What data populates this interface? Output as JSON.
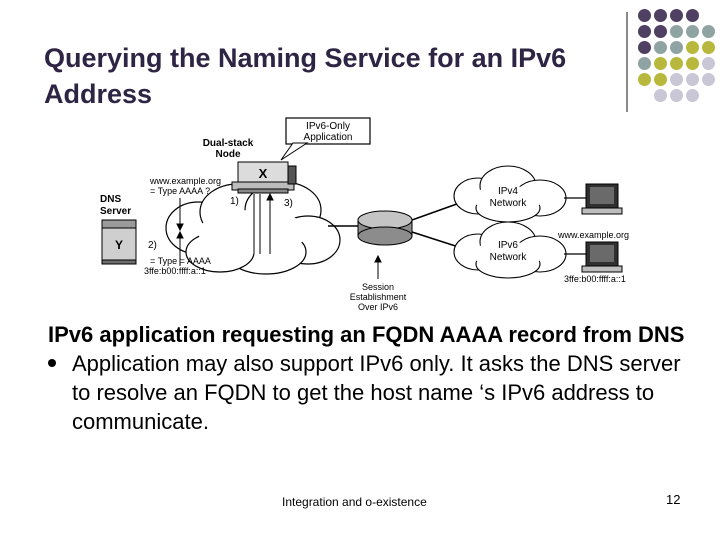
{
  "slide": {
    "title": "Querying the Naming Service for an IPv6 Address",
    "heading": "IPv6 application requesting an FQDN AAAA record from DNS",
    "bullet": "Application may also support IPv6 only. It asks the DNS server to resolve an FQDN to get the host name ‘s IPv6 address to communicate.",
    "footer": "Integration and o-existence",
    "page_number": "12"
  },
  "diagram": {
    "app_box_line1": "IPv6-Only",
    "app_box_line2": "Application",
    "dual_stack_line1": "Dual-stack",
    "dual_stack_line2": "Node",
    "query_line1": "www.example.org",
    "query_line2": "= Type AAAA ?",
    "dns_line1": "DNS",
    "dns_line2": "Server",
    "step1": "1)",
    "step2": "2)",
    "step3": "3)",
    "answer_line1": "= Type = AAAA",
    "answer_line2": "3ffe:b00:ffff:a::1",
    "ipv4_line1": "IPv4",
    "ipv4_line2": "Network",
    "ipv6_line1": "IPv6",
    "ipv6_line2": "Network",
    "host_name": "www.example.org",
    "host_addr": "3ffe:b00:ffff:a::1",
    "session_line1": "Session",
    "session_line2": "Establishment",
    "session_line3": "Over IPv6",
    "node_x": "X",
    "server_y": "Y"
  },
  "colors": {
    "title": "#2e2444",
    "dot_purple": "#4f3f63",
    "dot_teal": "#8fa3a3",
    "dot_olive": "#b7b83c",
    "dot_lavender": "#c9c6d6"
  }
}
